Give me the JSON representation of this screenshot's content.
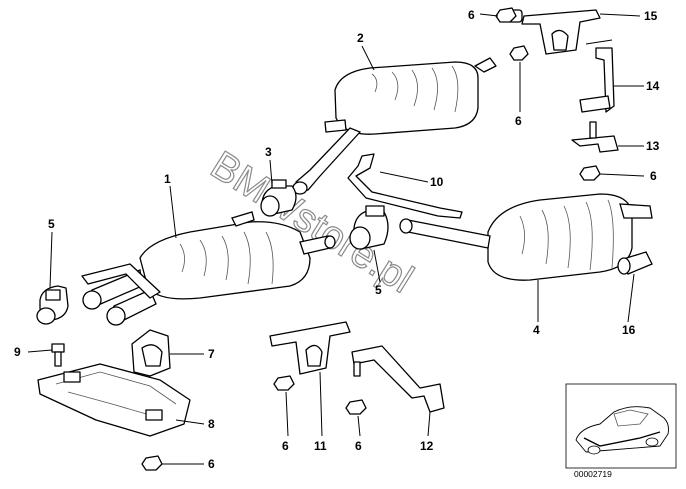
{
  "watermark": "BMWstore.pl",
  "reference_number": "00002719",
  "labels": {
    "p1": "1",
    "p2": "2",
    "p3": "3",
    "p4": "4",
    "p5a": "5",
    "p5b": "5",
    "p6a": "6",
    "p6b": "6",
    "p6c": "6",
    "p6d": "6",
    "p6e": "6",
    "p6f": "6",
    "p7": "7",
    "p8": "8",
    "p9": "9",
    "p10": "10",
    "p11": "11",
    "p12": "12",
    "p13": "13",
    "p14": "14",
    "p15": "15",
    "p16": "16"
  }
}
